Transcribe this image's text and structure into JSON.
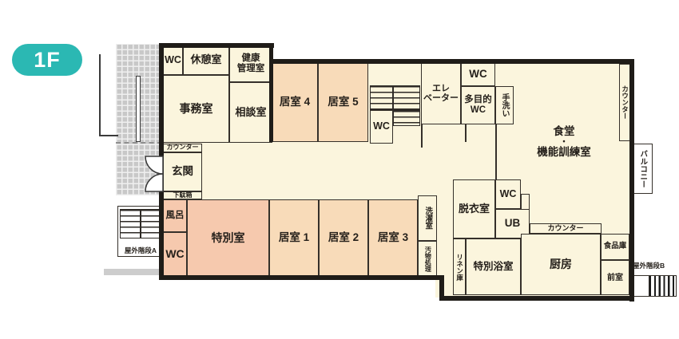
{
  "badge": "1F",
  "colors": {
    "badge_teal": "#2BB8B3",
    "room_cream": "#FBF5DD",
    "room_peach": "#F8DBB9",
    "room_salmon": "#F6C9AE",
    "wall_black": "#1F1C18",
    "porch_tile_gray": "#C8C8C8"
  },
  "rooms": {
    "wc_nw": "WC",
    "breakroom": "休憩室",
    "health": {
      "l1": "健康",
      "l2": "管理室"
    },
    "office": "事務室",
    "consult": "相談室",
    "room4": "居室 4",
    "room5": "居室 5",
    "stair_wc": "WC",
    "elevator": {
      "l1": "エレ",
      "l2": "ベーター"
    },
    "wc_n": "WC",
    "multi_wc": {
      "l1": "多目的",
      "l2": "WC"
    },
    "handwash": "手洗い",
    "dining": {
      "l1": "食堂",
      "dot": "・",
      "l2": "機能訓練室"
    },
    "counter_east": "カウンター",
    "balcony": "バルコニー",
    "genkan_counter": "カウンター",
    "genkan": "玄関",
    "shoebox": "下駄箱",
    "bath": "風呂",
    "wc_sw": "WC",
    "special_room": "特別室",
    "room1": "居室 1",
    "room2": "居室 2",
    "room3": "居室 3",
    "laundry": "洗濯室",
    "waste": "汚物処理",
    "undress": "脱衣室",
    "wc_center": "WC",
    "ub": "UB",
    "linen": "リネン庫",
    "special_bath": "特別浴室",
    "kitchen_counter": "カウンター",
    "kitchen": "厨房",
    "pantry": "食品庫",
    "anteroom": "前室",
    "outdoor_stairs_a": "屋外階段A",
    "outdoor_stairs_b": "屋外階段B"
  }
}
